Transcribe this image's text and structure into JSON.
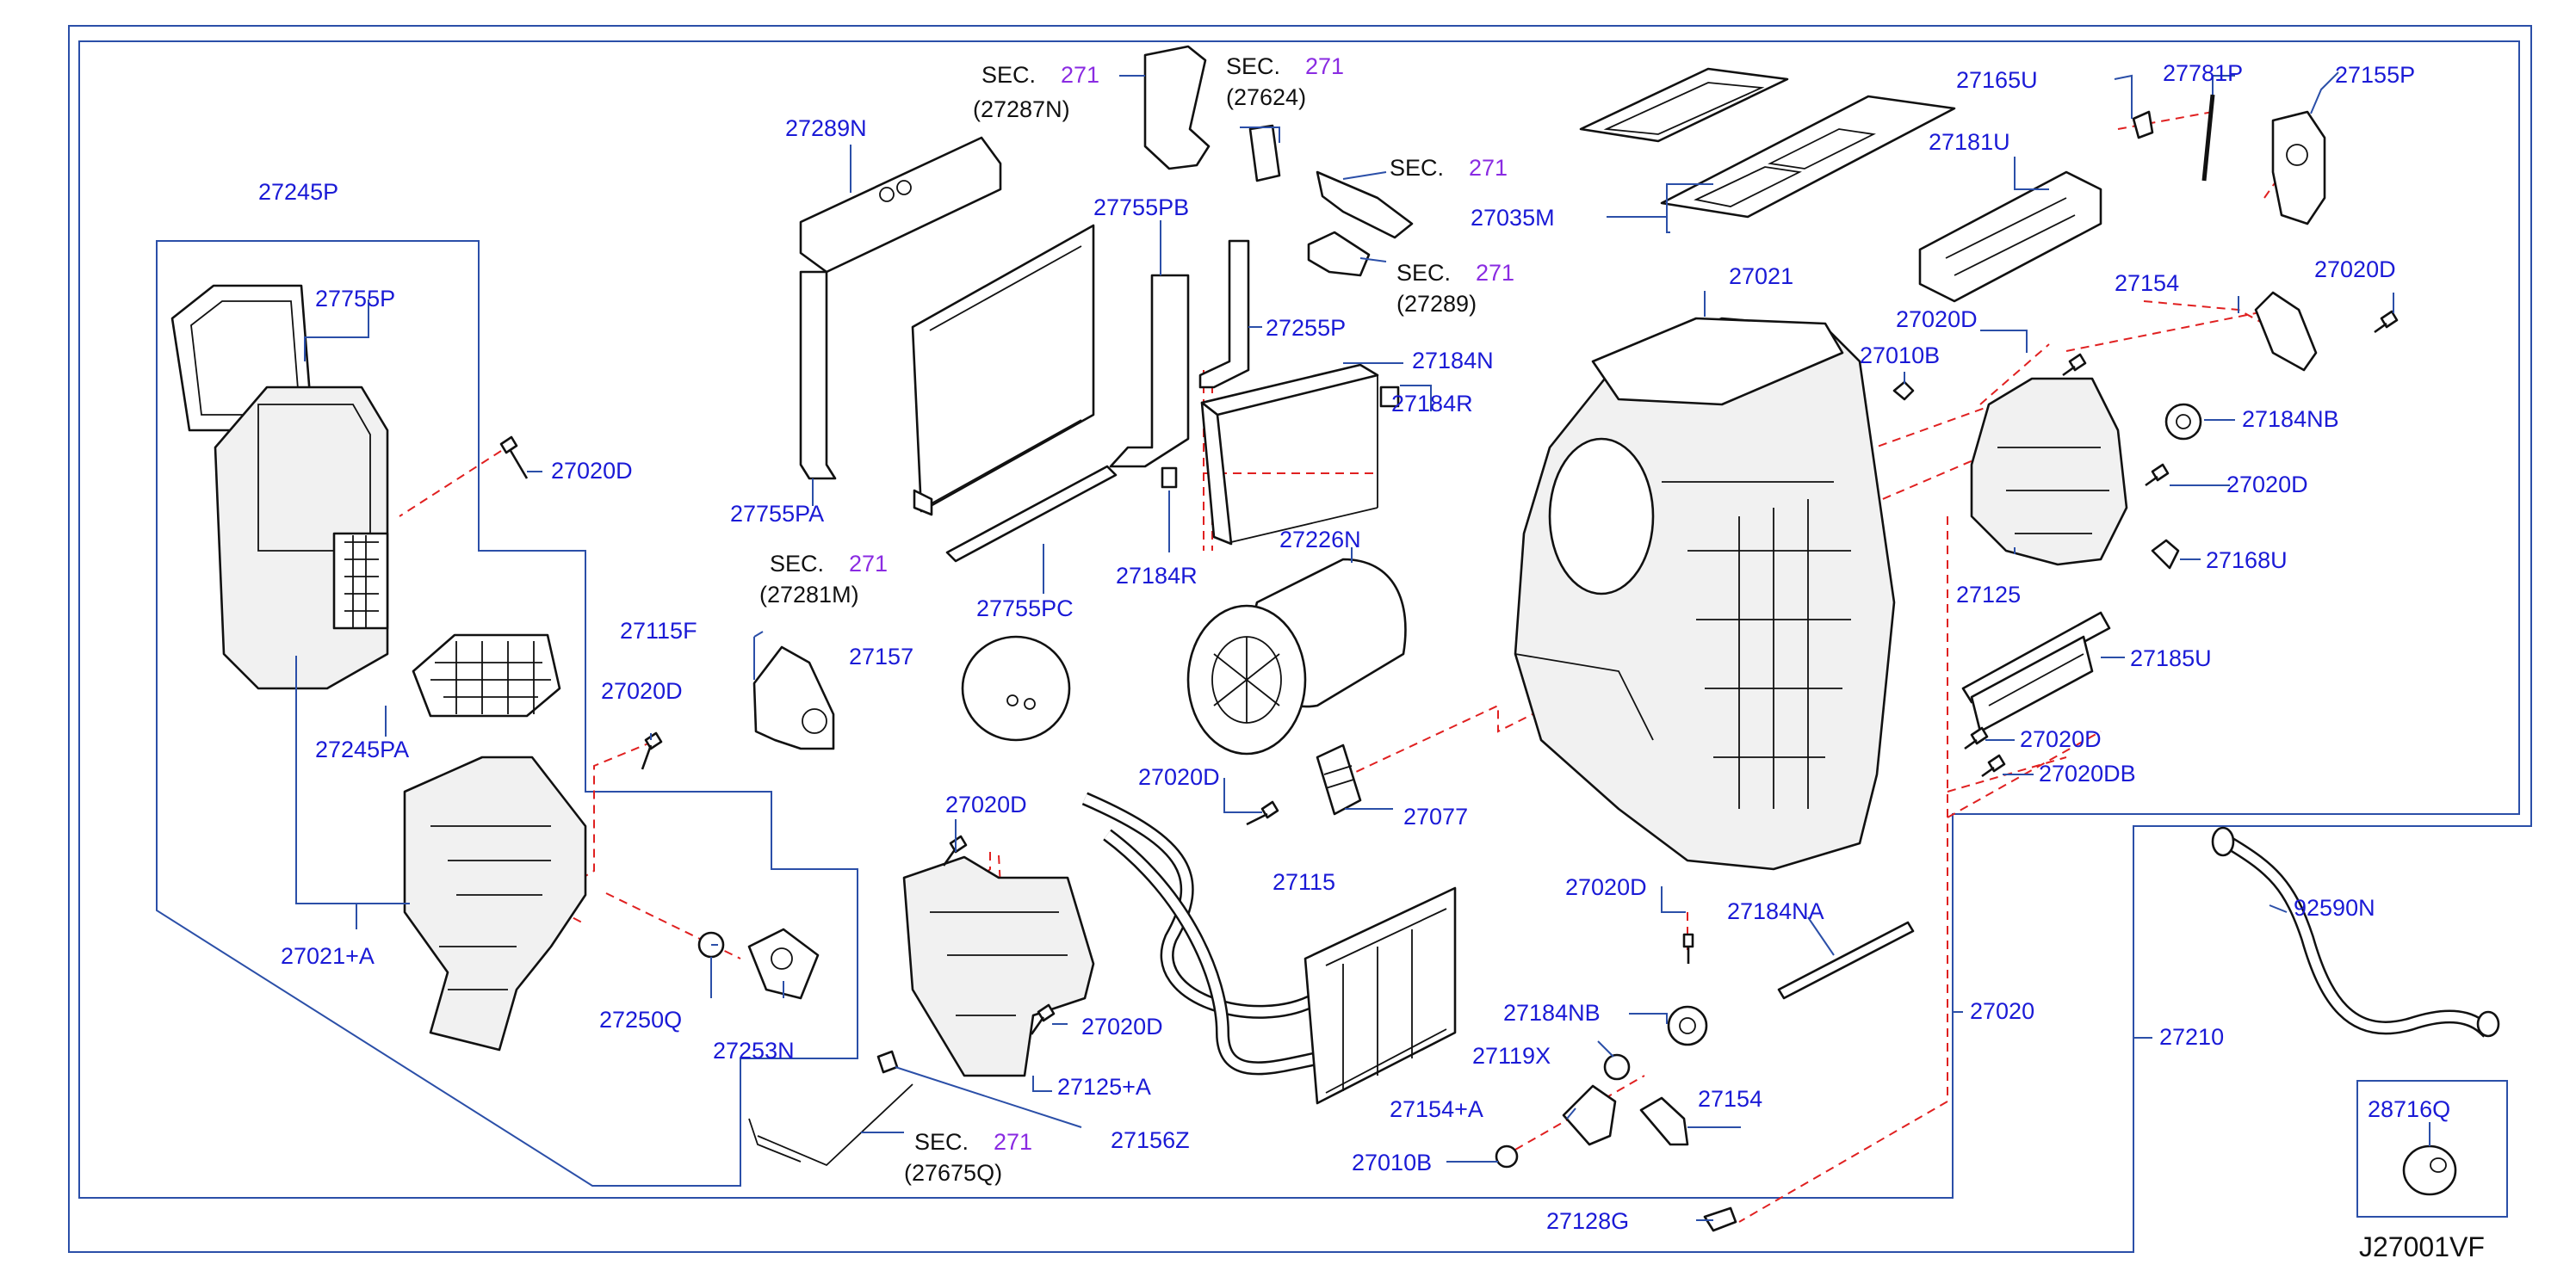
{
  "diagram_code": "J27001VF",
  "sections": {
    "s1": {
      "prefix": "SEC.",
      "num": "271",
      "sub": "(27287N)"
    },
    "s2": {
      "prefix": "SEC.",
      "num": "271",
      "sub": "(27624)"
    },
    "s3": {
      "prefix": "SEC.",
      "num": "271"
    },
    "s4": {
      "prefix": "SEC.",
      "num": "271",
      "sub": "(27289)"
    },
    "s5": {
      "prefix": "SEC.",
      "num": "271",
      "sub": "(27281M)"
    },
    "s6": {
      "prefix": "SEC.",
      "num": "271",
      "sub": "(27675Q)"
    }
  },
  "labels": {
    "p27245P": "27245P",
    "p27755P": "27755P",
    "p27020D_a": "27020D",
    "p27245PA": "27245PA",
    "p27021A": "27021+A",
    "p27020D_b": "27020D",
    "p27250Q": "27250Q",
    "p27253N": "27253N",
    "p27289N": "27289N",
    "p27755PA": "27755PA",
    "p27755PB": "27755PB",
    "p27755PC": "27755PC",
    "p27255P": "27255P",
    "p27184N": "27184N",
    "p27184R_a": "27184R",
    "p27184R_b": "27184R",
    "p27115F": "27115F",
    "p27157": "27157",
    "p27226N": "27226N",
    "p27020D_c": "27020D",
    "p27077": "27077",
    "p27020D_d": "27020D",
    "p27020D_e": "27020D",
    "p27125A": "27125+A",
    "p27156Z": "27156Z",
    "p27115": "27115",
    "p27035M": "27035M",
    "p27021": "27021",
    "p27020D_f": "27020D",
    "p27010B_a": "27010B",
    "p27165U": "27165U",
    "p27781P": "27781P",
    "p27155P": "27155P",
    "p27181U": "27181U",
    "p27154_a": "27154",
    "p27020D_g": "27020D",
    "p27184NB_a": "27184NB",
    "p27020D_h": "27020D",
    "p27125": "27125",
    "p27168U": "27168U",
    "p27185U": "27185U",
    "p27020D_i": "27020D",
    "p27020DB": "27020DB",
    "p27020D_j": "27020D",
    "p27184NA": "27184NA",
    "p27184NB_b": "27184NB",
    "p27119X": "27119X",
    "p27154A": "27154+A",
    "p27154_b": "27154",
    "p27010B_b": "27010B",
    "p27020": "27020",
    "p27128G": "27128G",
    "p27210": "27210",
    "p92590N": "92590N",
    "p28716Q": "28716Q"
  }
}
